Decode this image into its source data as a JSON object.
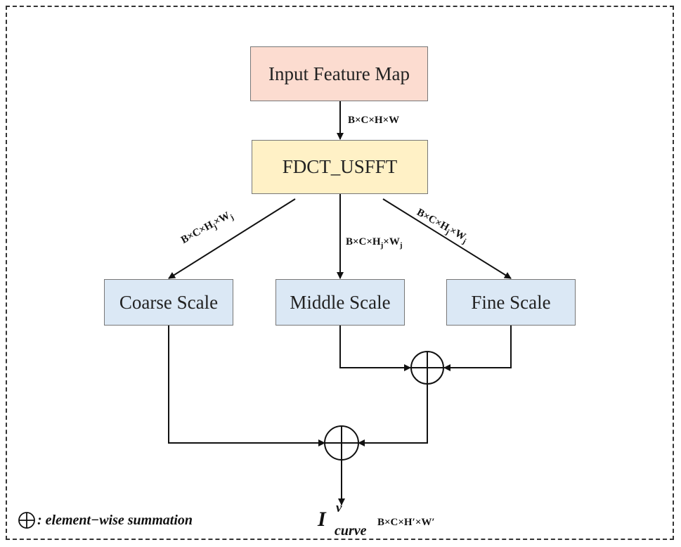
{
  "nodes": {
    "input": "Input Feature Map",
    "fdct": "FDCT_USFFT",
    "coarse": "Coarse Scale",
    "middle": "Middle Scale",
    "fine": "Fine Scale"
  },
  "edge_labels": {
    "input_to_fdct": "B×C×H×W",
    "to_coarse": {
      "main": "B×C×H",
      "sub1": "j",
      "mid": "×W",
      "sub2": "j"
    },
    "to_middle": {
      "main": "B×C×H",
      "sub1": "j",
      "mid": "×W",
      "sub2": "j"
    },
    "to_fine": {
      "main": "B×C×H",
      "sub1": "j",
      "mid": "×W",
      "sub2": "j"
    }
  },
  "output": {
    "symbol": "I",
    "superscript": "v",
    "subscript": "curve",
    "dims": "B×C×H′×W′"
  },
  "legend": {
    "icon": "circled-plus-icon",
    "text": ": element−wise summation"
  }
}
